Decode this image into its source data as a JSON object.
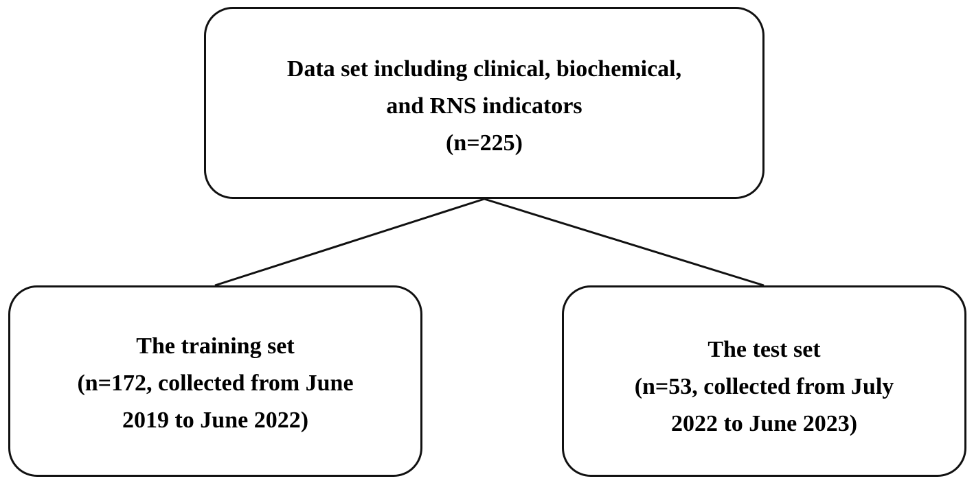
{
  "diagram": {
    "root": {
      "lines": [
        "Data set including clinical, biochemical,",
        "and RNS indicators",
        "(n=225)"
      ]
    },
    "children": [
      {
        "lines": [
          "The training set",
          "(n=172, collected from June",
          "2019 to June 2022)"
        ]
      },
      {
        "lines": [
          "The test set",
          "(n=53, collected from July",
          "2022 to June 2023)"
        ]
      }
    ]
  },
  "colors": {
    "border": "#111111",
    "line": "#111111",
    "text": "#000000",
    "background": "#ffffff"
  }
}
